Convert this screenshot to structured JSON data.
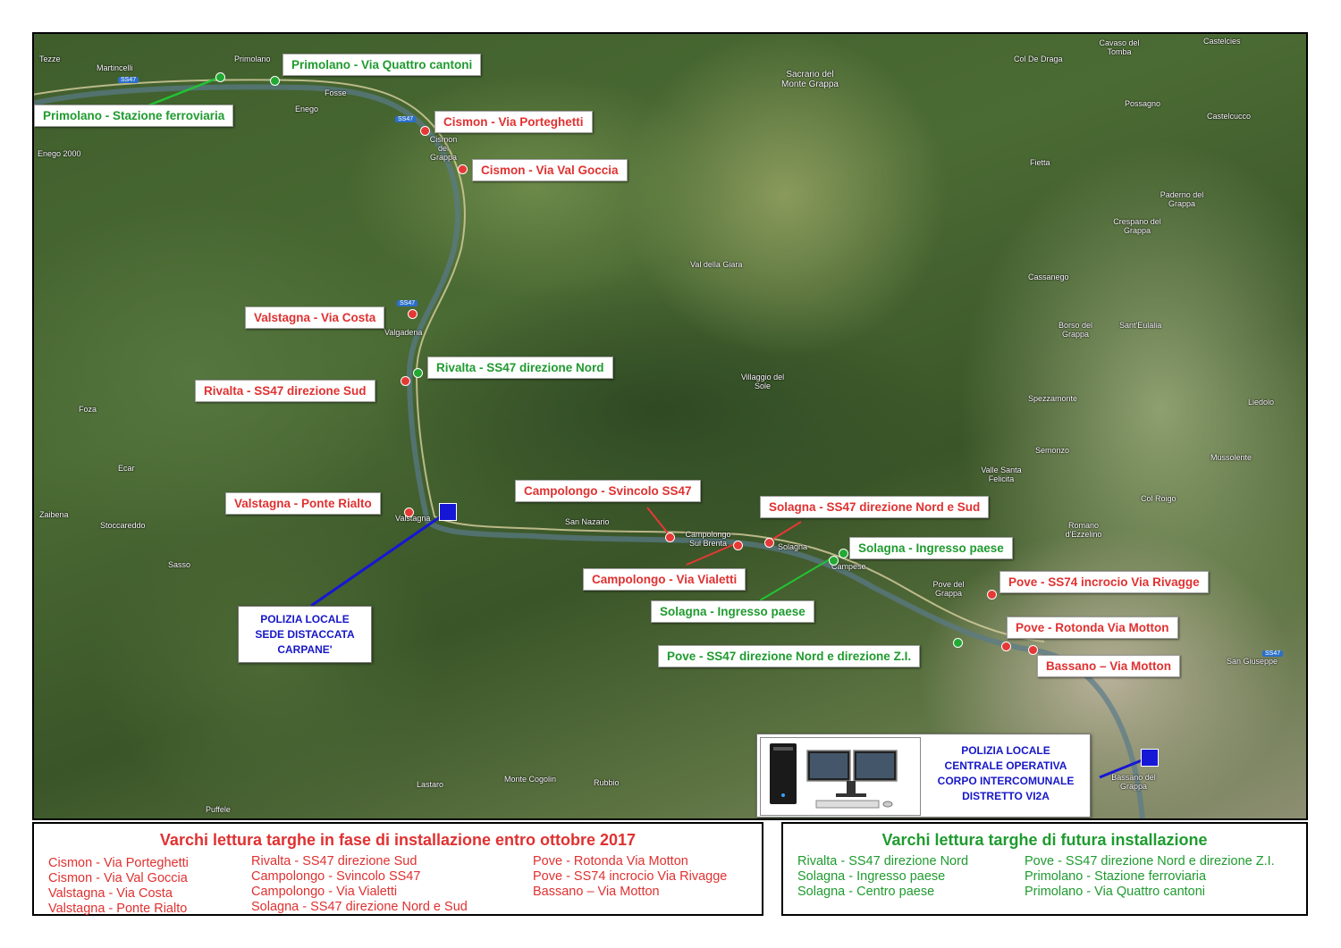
{
  "places": [
    "Tezze",
    "Martincelli",
    "Primolano",
    "Fosse",
    "Enego",
    "Enego 2000",
    "Cismon del Grappa",
    "Sacrario del Monte Grappa",
    "Col De Draga",
    "Cavaso del Tomba",
    "Castelcies",
    "Possagno",
    "Castelcucco",
    "Fietta",
    "Paderno del Grappa",
    "Crespano del Grappa",
    "Cassanego",
    "Val della Giara",
    "Borso del Grappa",
    "Sant'Eulalia",
    "Valgadena",
    "Foza",
    "Villaggio del Sole",
    "Spezzamonte",
    "Liedolo",
    "Semonzo",
    "Ecar",
    "Valle Santa Felicita",
    "Mussolente",
    "Col Roigo",
    "Romano d'Ezzelino",
    "Zaibena",
    "Stoccareddo",
    "Valstagna",
    "San Nazario",
    "Campolongo Sul Brenta",
    "Solagna",
    "Campese",
    "Pove del Grappa",
    "Sasso",
    "San Giuseppe",
    "Lastaro",
    "Monte Cogolin",
    "Rubbio",
    "Puffele",
    "Bassano del Grappa"
  ],
  "road_shields": [
    "SS47",
    "SS47",
    "SS47",
    "SS47"
  ],
  "labels": {
    "primolano_quattro": "Primolano - Via Quattro cantoni",
    "primolano_stazione": "Primolano - Stazione ferroviaria",
    "cismon_porteghetti": "Cismon - Via Porteghetti",
    "cismon_valgoccia": "Cismon - Via Val Goccia",
    "valstagna_costa": "Valstagna - Via Costa",
    "rivalta_nord": "Rivalta - SS47 direzione Nord",
    "rivalta_sud": "Rivalta - SS47 direzione Sud",
    "valstagna_ponte": "Valstagna - Ponte Rialto",
    "campolongo_svincolo": "Campolongo - Svincolo SS47",
    "solagna_nordsud": "Solagna - SS47 direzione Nord e Sud",
    "solagna_ingresso_1": "Solagna - Ingresso paese",
    "campolongo_vialetti": "Campolongo - Via Vialetti",
    "solagna_ingresso_2": "Solagna - Ingresso paese",
    "pove_ss74": "Pove - SS74 incrocio Via Rivagge",
    "pove_rotonda": "Pove - Rotonda Via Motton",
    "pove_ss47": "Pove - SS47 direzione Nord e direzione Z.I.",
    "bassano_motton": "Bassano – Via Motton"
  },
  "police_carpane": [
    "POLIZIA LOCALE",
    "SEDE DISTACCATA",
    "CARPANE'"
  ],
  "police_central": [
    "POLIZIA LOCALE",
    "CENTRALE OPERATIVA",
    "CORPO INTERCOMUNALE",
    "DISTRETTO VI2A"
  ],
  "legend_left": {
    "title": "Varchi lettura targhe in fase di installazione entro ottobre 2017",
    "col1": [
      "Cismon - Via Porteghetti",
      "Cismon - Via Val Goccia",
      "Valstagna - Via Costa",
      "Valstagna - Ponte Rialto"
    ],
    "col2": [
      "Rivalta - SS47 direzione Sud",
      "Campolongo - Svincolo SS47",
      "Campolongo - Via Vialetti",
      "Solagna - SS47 direzione Nord e Sud"
    ],
    "col3": [
      "Pove - Rotonda Via Motton",
      "Pove - SS74 incrocio Via Rivagge",
      "Bassano – Via Motton"
    ]
  },
  "legend_right": {
    "title": "Varchi lettura targhe di futura installazione",
    "col1": [
      "Rivalta - SS47 direzione Nord",
      "Solagna - Ingresso paese",
      "Solagna - Centro paese"
    ],
    "col2": [
      "Pove - SS47 direzione Nord e direzione Z.I.",
      "Primolano - Stazione ferroviaria",
      "Primolano - Via Quattro cantoni"
    ]
  },
  "colors": {
    "red": "#e03131",
    "green": "#1f9b2f",
    "blue": "#1616d6"
  }
}
